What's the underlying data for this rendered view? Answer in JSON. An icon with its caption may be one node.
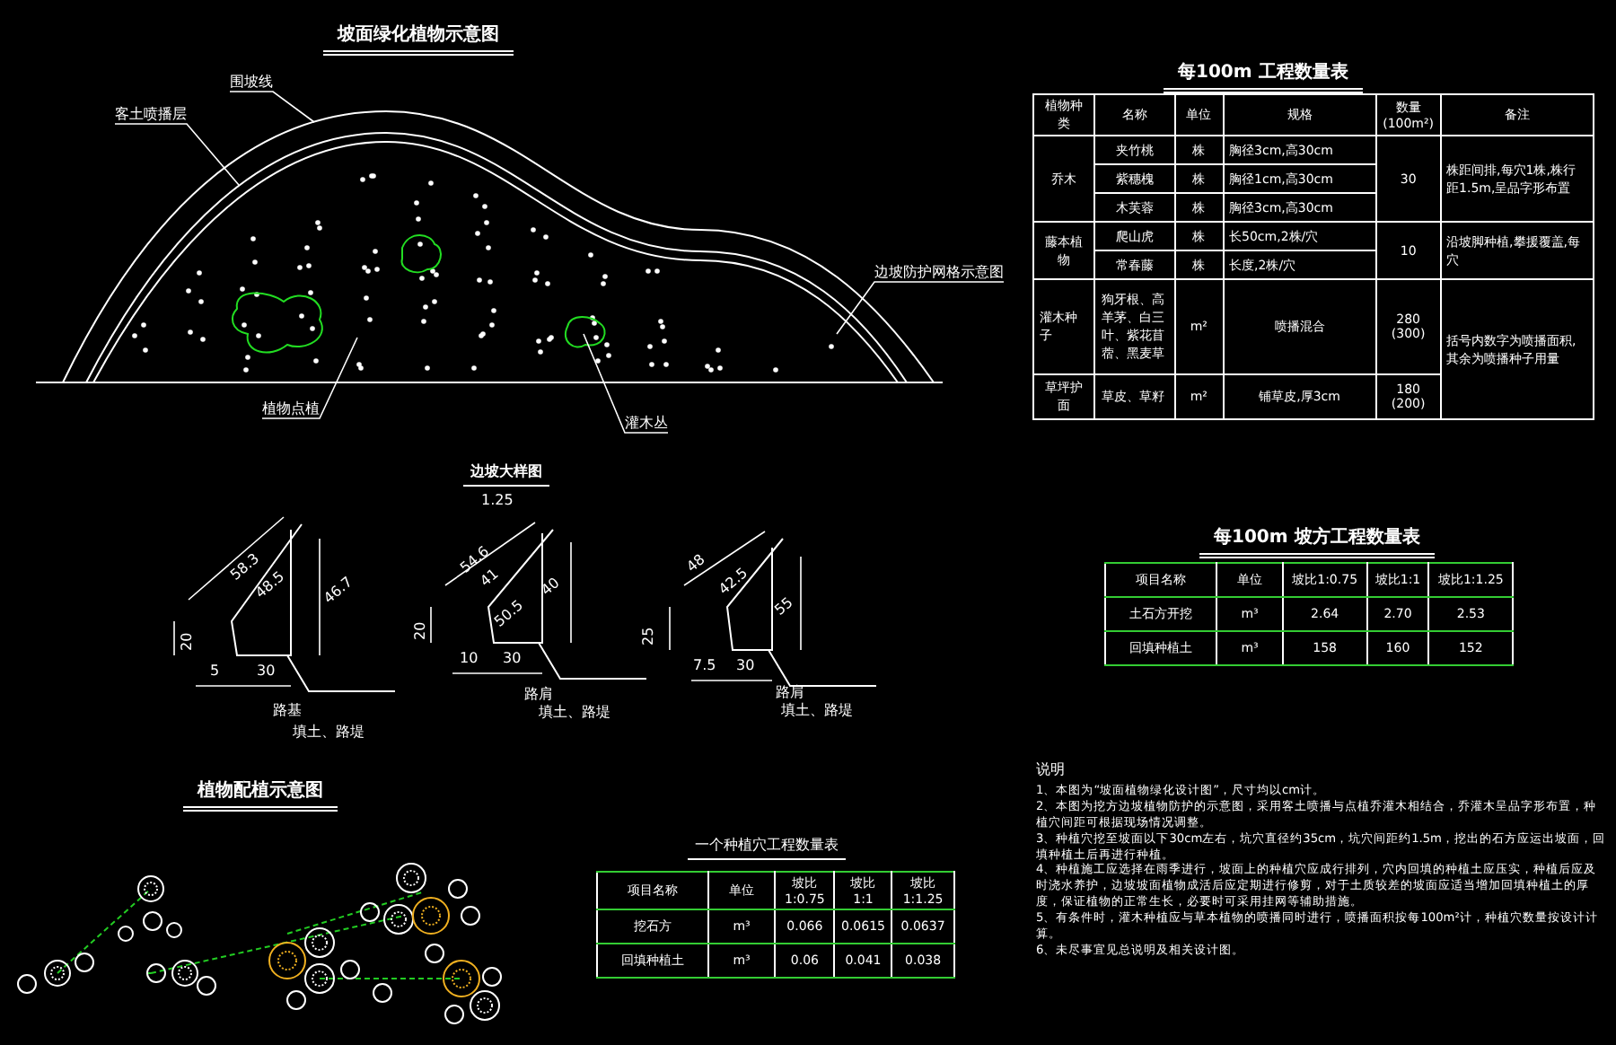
{
  "diagram": {
    "nodes": [
      {
        "text": [
          "围坡线"
        ]
      },
      {
        "text": [
          "客土喷播层"
        ]
      },
      {
        "text": [
          "边坡防护网格示意图"
        ]
      },
      {
        "text": [
          "植物点植"
        ]
      },
      {
        "text": [
          "灌木丛"
        ]
      }
    ],
    "edges": [
      {
        "from": 0,
        "to": null,
        "arrow": "none"
      },
      {
        "from": 1,
        "to": null,
        "arrow": "none"
      },
      {
        "from": 2,
        "to": null,
        "arrow": "none"
      },
      {
        "from": 3,
        "to": null,
        "arrow": "none"
      },
      {
        "from": 4,
        "to": null,
        "arrow": "none"
      }
    ],
    "labels": [
      "坡面绿化植物示意图",
      "每100m 工程数量表",
      "植物种类",
      "名称",
      "单位",
      "规格",
      "数量 (100m²)",
      "备注",
      "乔木",
      "夹竹桃",
      "株",
      "胸径3cm,高30cm",
      "30",
      "株距间排,每穴1株,株行距1.5m,呈品字形布置",
      "紫穗槐",
      "株",
      "胸径1cm,高30cm",
      "木芙蓉",
      "株",
      "胸径3cm,高30cm",
      "藤本植物",
      "爬山虎",
      "株",
      "长50cm,2株/穴",
      "10",
      "沿坡脚种植,攀援覆盖,每穴",
      "常春藤",
      "株",
      "长度,2株/穴",
      "灌木种子",
      "狗牙根、高羊茅、白三叶、紫花苜蓿、黑麦草",
      "m²",
      "喷播混合",
      "280 (300)",
      "括号内数字为喷播面积,其余为喷播种子用量",
      "草坪护面",
      "草皮、草籽",
      "m²",
      "铺草皮,厚3cm",
      "180 (200)",
      "边坡大样图",
      "1.25",
      "58.3",
      "48.5",
      "46.7",
      "20",
      "5",
      "30",
      "路基",
      "填土、路堤",
      "54.6",
      "41",
      "50.5",
      "40",
      "20",
      "10",
      "30",
      "路肩",
      "填土、路堤",
      "48",
      "42.5",
      "55",
      "25",
      "7.5",
      "30",
      "路肩",
      "填土、路堤",
      "每100m 坡方工程数量表",
      "项目名称",
      "单位",
      "坡比1:0.75",
      "坡比1:1",
      "坡比1:1.25",
      "土石方开挖",
      "m³",
      "2.64",
      "2.70",
      "2.53",
      "回填种植土",
      "m³",
      "158",
      "160",
      "152",
      "植物配植示意图",
      "一个种植穴工程数量表",
      "项目名称",
      "单位",
      "坡比1:0.75",
      "坡比1:1",
      "坡比1:1.25",
      "挖石方",
      "m³",
      "0.066",
      "0.0615",
      "0.0637",
      "回填种植土",
      "m³",
      "0.06",
      "0.041",
      "0.038",
      "说明",
      "1、本图为“坡面植物绿化设计图”，尺寸均以cm计。",
      "2、本图为挖方边坡植物防护的示意图，采用客土喷播与点植乔灌木相结合，乔灌木呈品字形布置，种植穴间距可根据现场情况调整。",
      "3、种植穴挖至坡面以下30cm左右，坑穴直径约35cm，坑穴间距约1.5m，挖出的石方应运出坡面，回填种植土后再进行种植。",
      "4、种植施工应选择在雨季进行，坡面上的种植穴应成行排列，穴内回填的种植土应压实，种植后应及时浇水养护，边坡坡面植物成活后应定期进行修剪，对于土质较差的坡面应适当增加回填种植土的厚度，保证植物的正常生长，必要时可采用挂网等辅助措施。",
      "5、有条件时，灌木种植应与草本植物的喷播同时进行，喷播面积按每100m²计，种植穴数量按设计计算。",
      "6、未尽事宜见总说明及相关设计图。"
    ]
  }
}
